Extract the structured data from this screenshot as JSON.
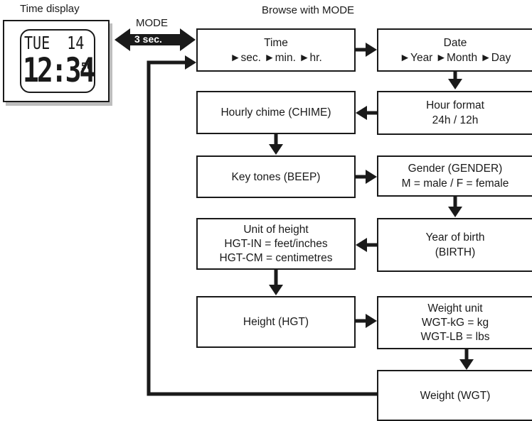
{
  "labels": {
    "time_display": "Time display",
    "browse": "Browse with MODE",
    "mode": "MODE",
    "duration": "3 sec."
  },
  "watch": {
    "day": "TUE",
    "date": "14",
    "time": "12:34",
    "seconds": "56"
  },
  "steps": {
    "time": {
      "line1": "Time",
      "line2": "►sec. ►min. ►hr."
    },
    "date": {
      "line1": "Date",
      "line2": "►Year ►Month ►Day"
    },
    "hour_format": {
      "line1": "Hour format",
      "line2": "24h / 12h"
    },
    "chime": {
      "line1": "Hourly chime (CHIME)"
    },
    "beep": {
      "line1": "Key tones (BEEP)"
    },
    "gender": {
      "line1": "Gender (GENDER)",
      "line2": "M = male / F = female"
    },
    "birth": {
      "line1": "Year of birth",
      "line2": "(BIRTH)"
    },
    "height_unit": {
      "line1": "Unit of height",
      "line2": "HGT-IN = feet/inches",
      "line3": "HGT-CM = centimetres"
    },
    "height": {
      "line1": "Height (HGT)"
    },
    "weight_unit": {
      "line1": "Weight unit",
      "line2": "WGT-kG = kg",
      "line3": "WGT-LB = lbs"
    },
    "weight": {
      "line1": "Weight (WGT)"
    }
  }
}
